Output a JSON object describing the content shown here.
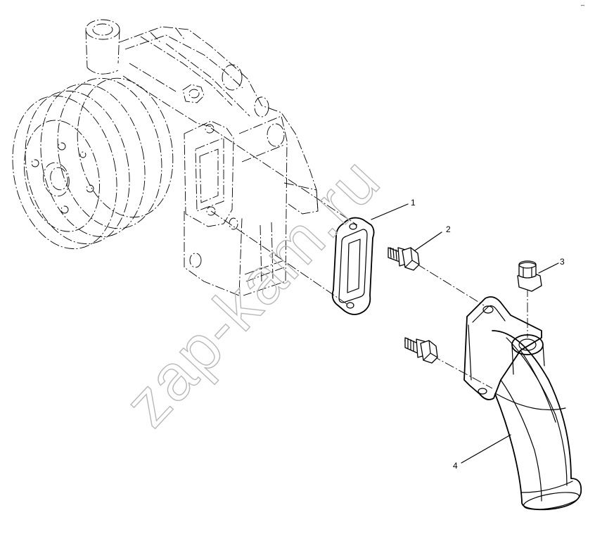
{
  "diagram": {
    "corner_mark": "ꟷ",
    "watermark": "zap-kam.ru",
    "callouts": [
      {
        "id": "1",
        "label": "1"
      },
      {
        "id": "2",
        "label": "2"
      },
      {
        "id": "3",
        "label": "3"
      },
      {
        "id": "4",
        "label": "4"
      }
    ]
  }
}
